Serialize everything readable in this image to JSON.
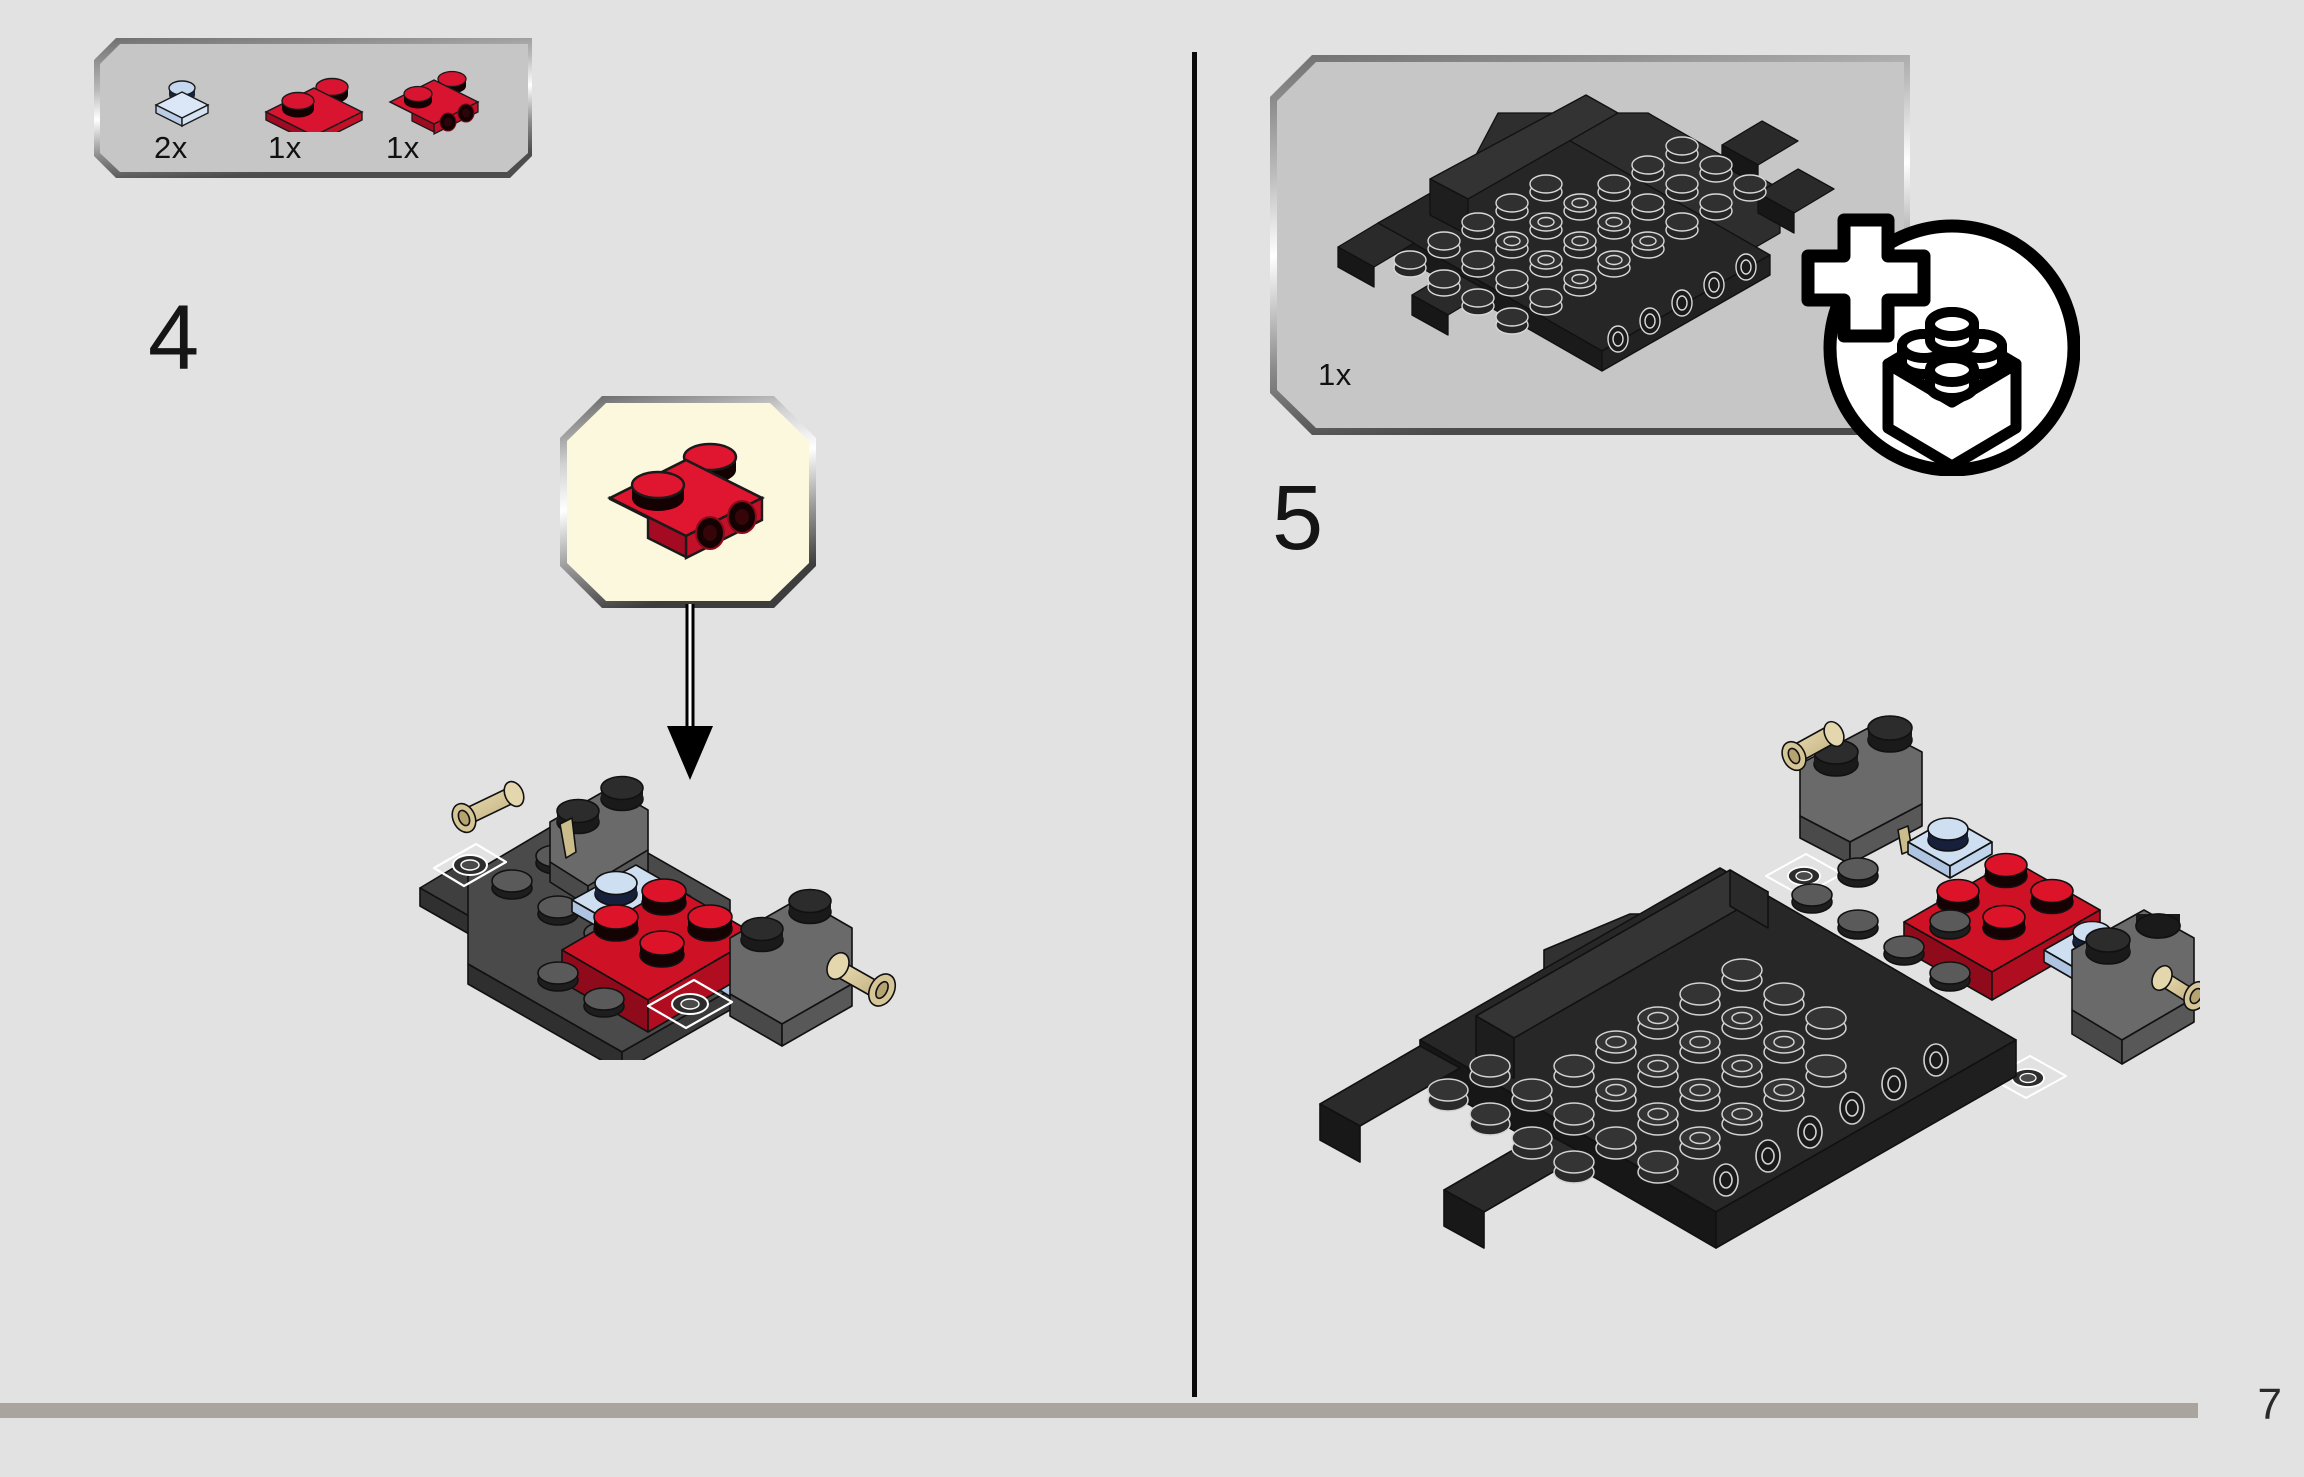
{
  "page": {
    "number": "7",
    "background_color": "#e2e2e2",
    "footer_bar_color": "#aaa49f",
    "divider_color": "#0a0a0a"
  },
  "palette": {
    "red": "#c8102e",
    "red_dark": "#8e0a1f",
    "red_light": "#e4142f",
    "black_brick": "#2b2b2b",
    "dark_gray": "#5a5a5a",
    "light_gray_part": "#7a7a7a",
    "light_blue": "#c5d8ef",
    "tan": "#d8c89a",
    "box_fill": "#c6c6c6",
    "callout_fill": "#fbf8dd"
  },
  "steps": [
    {
      "id": "step-4",
      "number": "4",
      "parts_box": {
        "parts": [
          {
            "name": "plate-1x1-light-blue",
            "qty": "2x",
            "color": "#c5d8ef",
            "type": "plate1x1"
          },
          {
            "name": "plate-1x2-red",
            "qty": "1x",
            "color": "#c8102e",
            "type": "plate1x2"
          },
          {
            "name": "bracket-1x2-1x2-red",
            "qty": "1x",
            "color": "#c8102e",
            "type": "bracket"
          }
        ]
      },
      "callout": {
        "name": "bracket-1x2-1x2-red-detail",
        "background": "#fbf8dd",
        "part": "bracket-1x2-1x2-red"
      },
      "arrow": {
        "name": "assembly-arrow-down",
        "direction": "down"
      },
      "model": {
        "name": "chassis-subassembly-step4"
      }
    },
    {
      "id": "step-5",
      "number": "5",
      "parts_box": {
        "parts": [
          {
            "name": "chassis-plate-black-large",
            "qty": "1x",
            "color": "#2b2b2b",
            "type": "chassis"
          }
        ]
      },
      "add_badge": {
        "name": "add-new-bricks-badge",
        "symbol": "plus",
        "brick": "2x2-brick-outline"
      },
      "model": {
        "name": "chassis-assembly-step5"
      }
    }
  ]
}
